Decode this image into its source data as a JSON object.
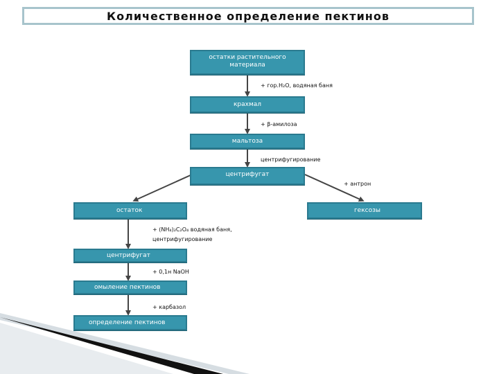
{
  "title": "Количественное определение пектинов",
  "nodes": {
    "plant_residue": "остатки растительного материала",
    "starch": "крахмал",
    "maltose": "мальтоза",
    "centrifugate_top": "центрифугат",
    "residue": "остаток",
    "hexoses": "гексозы",
    "centrifugate_left": "центрифугат",
    "saponification": "омыление пектинов",
    "determination": "определение пектинов"
  },
  "labels": {
    "step1": "+ гор.H₂O, водяная баня",
    "step2": "+ β-амилоза",
    "step3": "центрифугирование",
    "anthrone": "+ антрон",
    "step4_line1": "+ (NH₄)₂C₂O₄ водяная баня,",
    "step4_line2": "центрифугирование",
    "step5": "+ 0,1н NaOH",
    "step6": "+ карбазол"
  },
  "colors": {
    "node_fill": "#3796ad",
    "node_border": "#2a7a8f",
    "title_border": "#a7c4cc",
    "arrow": "#444444"
  }
}
